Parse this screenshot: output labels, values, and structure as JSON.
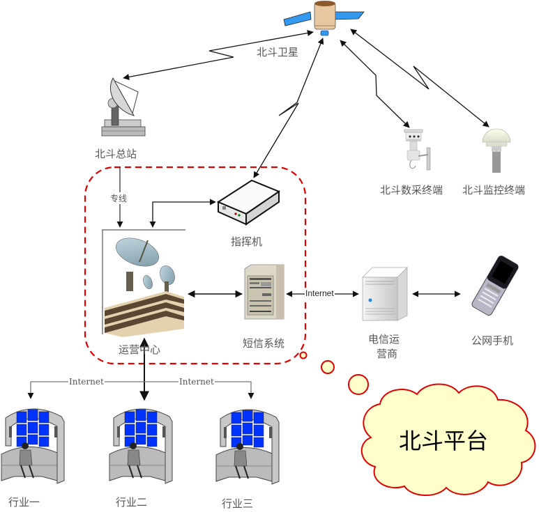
{
  "title": "北斗平台",
  "colors": {
    "platform_boundary": "#e00000",
    "cloud_fill": "#ffffcc",
    "cloud_border": "#e00000",
    "screen_blue": "#0033ff",
    "satellite_panel": "#3399ee",
    "satellite_body": "#e8c8a0",
    "line": "#222222",
    "connector_gray": "#777777"
  },
  "nodes": {
    "satellite": {
      "label": "北斗卫星",
      "icon": "satellite-icon"
    },
    "master_station": {
      "label": "北斗总站",
      "icon": "ground-station-dish-icon"
    },
    "data_terminal": {
      "label": "北斗数采终端",
      "icon": "weather-sensor-terminal-icon"
    },
    "monitor_terminal": {
      "label": "北斗监控终端",
      "icon": "gps-antenna-terminal-icon"
    },
    "commander": {
      "label": "指挥机",
      "icon": "command-device-icon"
    },
    "operations_center": {
      "label": "运营中心",
      "icon": "operations-center-building-icon"
    },
    "sms_system": {
      "label": "短信系统",
      "icon": "server-rack-icon"
    },
    "telecom_operator": {
      "label_line1": "电信运",
      "label_line2": "营商",
      "icon": "tower-server-icon"
    },
    "public_phone": {
      "label": "公网手机",
      "icon": "mobile-phone-icon"
    },
    "industries": [
      {
        "label": "行业一",
        "icon": "control-room-icon"
      },
      {
        "label": "行业二",
        "icon": "control-room-icon"
      },
      {
        "label": "行业三",
        "icon": "control-room-icon"
      }
    ]
  },
  "edges": {
    "dedicated_line_label": "专线",
    "internet_sms_label": "Internet",
    "internet_left_label": "Internet",
    "internet_right_label": "Internet"
  },
  "cloud": {
    "label": "北斗平台"
  }
}
